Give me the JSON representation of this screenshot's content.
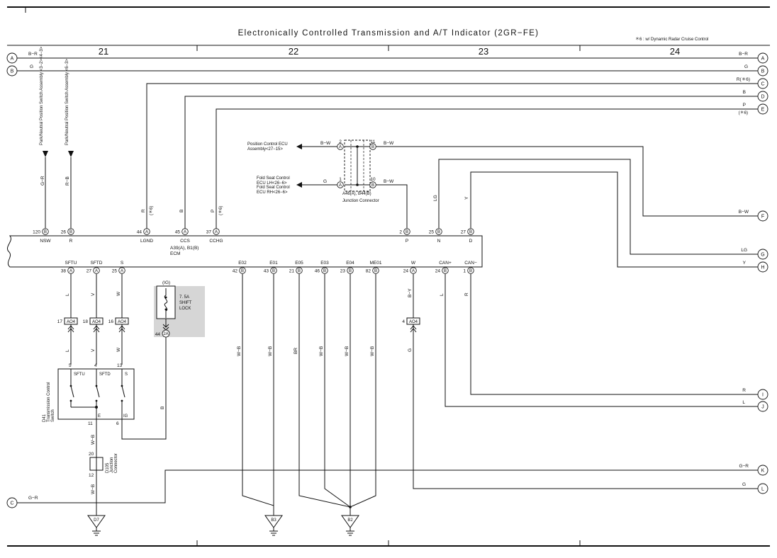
{
  "title": "Electronically Controlled Transmission and A/T Indicator (2GR−FE)",
  "note": "＊6 : w/ Dynamic Radar Cruise Control",
  "sections": [
    "21",
    "22",
    "23",
    "24"
  ],
  "ecm": {
    "label": "ECM",
    "connectors": "A39(A), B1(B)"
  },
  "ecm_top_pins": [
    {
      "num": "120",
      "conn": "B",
      "name": "NSW"
    },
    {
      "num": "26",
      "conn": "B",
      "name": "R"
    },
    {
      "num": "44",
      "conn": "A",
      "name": "LGND"
    },
    {
      "num": "45",
      "conn": "A",
      "name": "CCS"
    },
    {
      "num": "37",
      "conn": "A",
      "name": "CCHG"
    },
    {
      "num": "2",
      "conn": "B",
      "name": "P"
    },
    {
      "num": "25",
      "conn": "B",
      "name": "N"
    },
    {
      "num": "27",
      "conn": "B",
      "name": "D"
    }
  ],
  "ecm_bottom_pins": [
    {
      "num": "38",
      "conn": "A",
      "name": "SFTU"
    },
    {
      "num": "27",
      "conn": "A",
      "name": "SFTD"
    },
    {
      "num": "25",
      "conn": "A",
      "name": "S"
    },
    {
      "num": "42",
      "conn": "B",
      "name": "E02"
    },
    {
      "num": "43",
      "conn": "B",
      "name": "E01"
    },
    {
      "num": "21",
      "conn": "B",
      "name": "E05"
    },
    {
      "num": "46",
      "conn": "B",
      "name": "E03"
    },
    {
      "num": "23",
      "conn": "B",
      "name": "E04"
    },
    {
      "num": "82",
      "conn": "B",
      "name": "ME01"
    },
    {
      "num": "24",
      "conn": "A",
      "name": "W"
    },
    {
      "num": "24",
      "conn": "B",
      "name": "CAN+"
    },
    {
      "num": "1",
      "conn": "B",
      "name": "CAN−"
    }
  ],
  "left_refs": [
    {
      "letter": "A",
      "color": "B−R"
    },
    {
      "letter": "B",
      "color": "G"
    },
    {
      "letter": "C",
      "color": "G−R"
    }
  ],
  "right_refs": [
    {
      "letter": "A",
      "color": "B−R"
    },
    {
      "letter": "B",
      "color": "G"
    },
    {
      "letter": "C",
      "color": "R(＊6)"
    },
    {
      "letter": "D",
      "color": "B"
    },
    {
      "letter": "E",
      "color": "P"
    },
    {
      "letter": "F",
      "color": "B−W"
    },
    {
      "letter": "G",
      "color": "LG"
    },
    {
      "letter": "H",
      "color": "Y"
    },
    {
      "letter": "I",
      "color": "R"
    },
    {
      "letter": "J",
      "color": "L"
    },
    {
      "letter": "K",
      "color": "G−R"
    },
    {
      "letter": "L",
      "color": "G"
    }
  ],
  "e_star": "(＊6)",
  "switch_refs": [
    {
      "text": "Park/Neutral Position Switch Assembly <3−2><4−3>"
    },
    {
      "text": "Park/Neutral Position Switch Assembly <6−3>"
    }
  ],
  "wire_colors": {
    "nsw": "G−R",
    "r": "R−B",
    "lgnd": "R",
    "lgnd_star": "(＊6)",
    "ccs": "B",
    "cchg": "P",
    "cchg_star": "(＊6)",
    "n": "LG",
    "d": "Y",
    "sftu": "L",
    "sftd": "V",
    "s": "W",
    "sftu2": "L",
    "sftd2": "V",
    "s2": "W",
    "e02": "W−B",
    "e01": "W−B",
    "e05": "BR",
    "e03": "W−B",
    "e04": "W−B",
    "me01": "W−B",
    "w": "B−Y",
    "w2": "G",
    "canp": "L",
    "canm": "R",
    "ig_wire": "B",
    "sw_e": "W−B",
    "d105_out": "W−B",
    "jc_in_top": "B−W",
    "jc_out_top": "B−W",
    "jc_in_bot": "G",
    "jc_out_bot": "B−W"
  },
  "junction": {
    "label": "A46(A), B44(B)",
    "sub": "Junction Connector",
    "pin_tl": "2",
    "pin_tl_conn": "A",
    "pin_tr": "11",
    "pin_tr_conn": "B",
    "pin_bl": "1",
    "pin_bl_conn": "A",
    "pin_br": "10",
    "pin_br_conn": "B"
  },
  "pos_ecu": {
    "line1": "Position Control ECU",
    "line2": "Assembly<27−15>"
  },
  "fold_seat": {
    "line1": "Fold Seat Control",
    "line2": "ECU LH<26−6>",
    "line3": "Fold Seat Control",
    "line4": "ECU RH<26−6>"
  },
  "ao4": [
    {
      "num": "17",
      "name": "AO4"
    },
    {
      "num": "18",
      "name": "AO4"
    },
    {
      "num": "16",
      "name": "AO4"
    },
    {
      "num": "4",
      "name": "AO4"
    }
  ],
  "fuse": {
    "ig": "(IG)",
    "name": "7. 5A",
    "label1": "SHIFT",
    "label2": "LOCK",
    "pin": "44",
    "pin_name": "2A"
  },
  "tcs": {
    "name": "D41",
    "desc1": "Transmission Control",
    "desc2": "Switch",
    "pin_sftu": "5",
    "pin_sftd": "4",
    "pin_s": "13",
    "pin_e": "11",
    "pin_ig": "6",
    "lbl_sftu": "SFTU",
    "lbl_sftd": "SFTD",
    "lbl_s": "S",
    "lbl_e": "E",
    "lbl_ig": "IG"
  },
  "d105": {
    "name": "D105",
    "desc1": "Junction",
    "desc2": "Connector",
    "pin_in": "20",
    "pin_out": "12"
  },
  "grounds": [
    {
      "name": "D7"
    },
    {
      "name": "B3"
    },
    {
      "name": "B2"
    }
  ]
}
